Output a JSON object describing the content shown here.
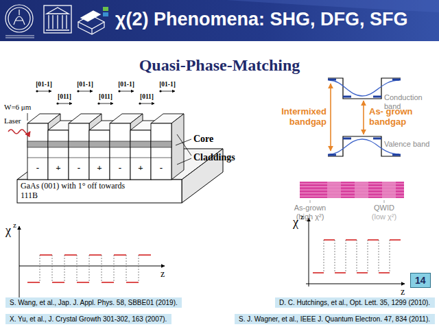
{
  "diagram": {
    "title": "χ(2) Phenomena: SHG, DFG, SFG",
    "nodes": [
      {
        "text": [
          "14"
        ]
      },
      {
        "text": [
          "S. Wang, et al., Jap. J. Appl. Phys. 58, SBBE01 (2019)."
        ]
      },
      {
        "text": [
          "D. C. Hutchings, et al., Opt. Lett. 35, 1299 (2010)."
        ]
      },
      {
        "text": [
          "X. Yu, et al., J. Crystal Growth 301-302, 163 (2007)."
        ]
      },
      {
        "text": [
          "S. J. Wagner, et al., IEEE J. Quantum Electron. 47, 834 (2011)."
        ]
      }
    ],
    "labels": [
      "Quasi-Phase-Matching",
      "[01-1]",
      "[011]",
      "[01-1]",
      "[011]",
      "[01-1]",
      "[011]",
      "[01-1]",
      "W=6 μm",
      "Laser",
      "Core",
      "Claddings",
      "-",
      "+",
      "-",
      "+",
      "-",
      "+",
      "-",
      "GaAs (001) with 1° off towards 111B",
      "χ",
      "z",
      "z",
      "Conduction band",
      "Intermixed bandgap",
      "As- grown bandgap",
      "Valence band",
      "As-grown",
      "(high χ²)",
      "QWID",
      "(low χ²)",
      "χ",
      "z",
      "z"
    ]
  }
}
